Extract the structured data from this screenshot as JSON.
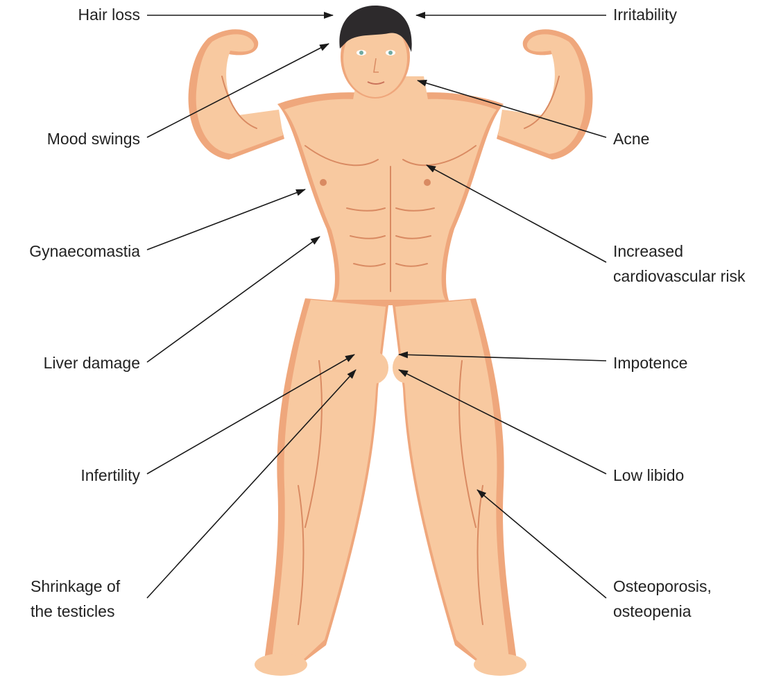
{
  "colors": {
    "skin": "#f8c9a0",
    "skin_shadow": "#efa77c",
    "muscle_line": "#d98a62",
    "hair": "#2d2a2c",
    "text": "#222222",
    "arrow": "#1a1a1a"
  },
  "labels": {
    "hair_loss": "Hair loss",
    "mood_swings": "Mood swings",
    "gynaecomastia": "Gynaecomastia",
    "liver_damage": "Liver damage",
    "infertility": "Infertility",
    "shrinkage_line1": "Shrinkage of",
    "shrinkage_line2": "the testicles",
    "irritability": "Irritability",
    "acne": "Acne",
    "cardio_line1": "Increased",
    "cardio_line2": "cardiovascular risk",
    "impotence": "Impotence",
    "low_libido": "Low libido",
    "osteo_line1": "Osteoporosis,",
    "osteo_line2": "osteopenia"
  }
}
